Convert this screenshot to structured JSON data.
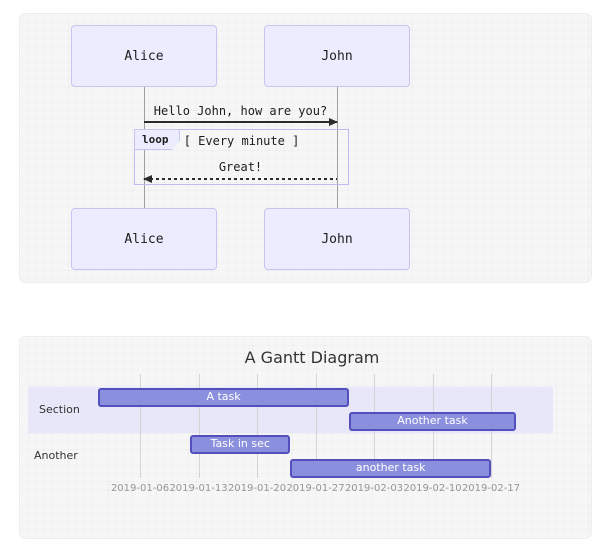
{
  "sequence": {
    "actors": [
      "Alice",
      "John"
    ],
    "message": "Hello John, how are you?",
    "loop_label": "loop",
    "loop_condition": "[ Every minute ]",
    "reply": "Great!"
  },
  "chart_data": {
    "type": "gantt",
    "title": "A Gantt Diagram",
    "date_format": "YYYY-MM-DD",
    "axis_ticks": [
      "2019-01-06",
      "2019-01-13",
      "2019-01-20",
      "2019-01-27",
      "2019-02-03",
      "2019-02-10",
      "2019-02-17"
    ],
    "sections": [
      {
        "name": "Section",
        "tasks": [
          {
            "label": "A task",
            "start": "2019-01-01",
            "days": 30
          },
          {
            "label": "Another task",
            "start": "2019-01-31",
            "days": 20
          }
        ]
      },
      {
        "name": "Another",
        "tasks": [
          {
            "label": "Task in sec",
            "start": "2019-01-12",
            "days": 12
          },
          {
            "label": "another task",
            "start": "2019-01-24",
            "days": 24
          }
        ]
      }
    ]
  },
  "colors": {
    "task_fill": "#8a90dd",
    "task_border": "#534fbc",
    "section_band": "#e7e7f9",
    "actor_fill": "#ececff",
    "actor_border": "#c5c5ef",
    "grid_line": "#d4d4d8",
    "tick_text": "#959595",
    "arrow": "#2b2b2b",
    "lifeline": "#9e9e9e",
    "label_text": "#333333"
  }
}
